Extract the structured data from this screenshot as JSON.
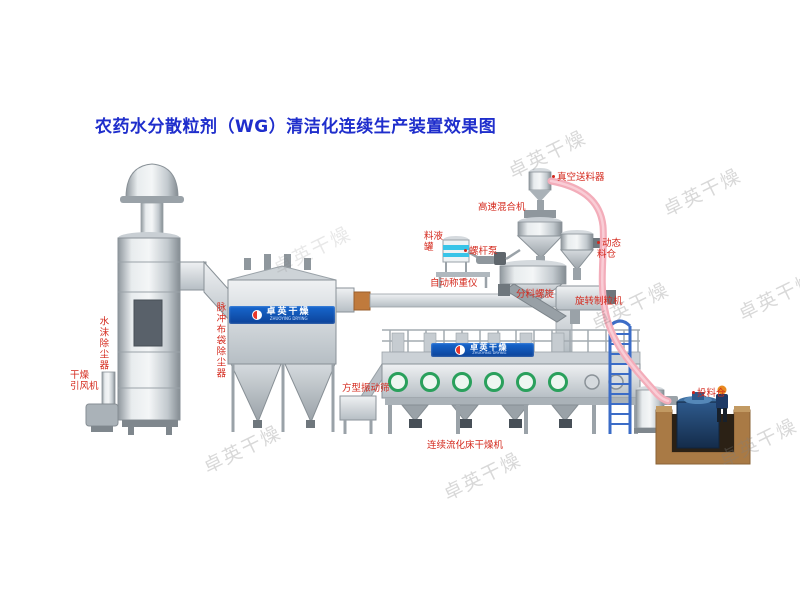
{
  "page": {
    "title": "农药水分散粒剂（WG）清洁化连续生产装置效果图"
  },
  "brand": {
    "name": "卓英干燥",
    "sub": "ZHUOYING DRYING"
  },
  "watermark": {
    "text": "卓英干燥"
  },
  "labels": {
    "vacuum_feeder": "真空送料器",
    "high_speed_mixer": "高速混合机",
    "liquid_tank": "料液\n罐",
    "screw_pump": "螺杆泵",
    "auto_weigher": "自动称重仪",
    "dynamic_silo": "动态\n料仓",
    "distribution_screw": "分料螺旋",
    "rotary_granulator": "旋转制粒机",
    "water_scrubber": "水沫除尘器",
    "pulse_bag_filter": "脉冲布袋除尘器",
    "dryer_fan": "干燥\n引风机",
    "square_sieve": "方型振动筛",
    "fluid_bed_dryer": "连续流化床干燥机",
    "feeding_silo": "投料仓"
  },
  "colors": {
    "title_blue": "#1f2ecc",
    "label_red": "#d4291d",
    "brand_band_blue": "#0c4298",
    "pipe_pink": "#f3adba",
    "window_green": "#2aa05c",
    "pit_brown": "#a97a45",
    "silo_navy": "#16304e"
  }
}
